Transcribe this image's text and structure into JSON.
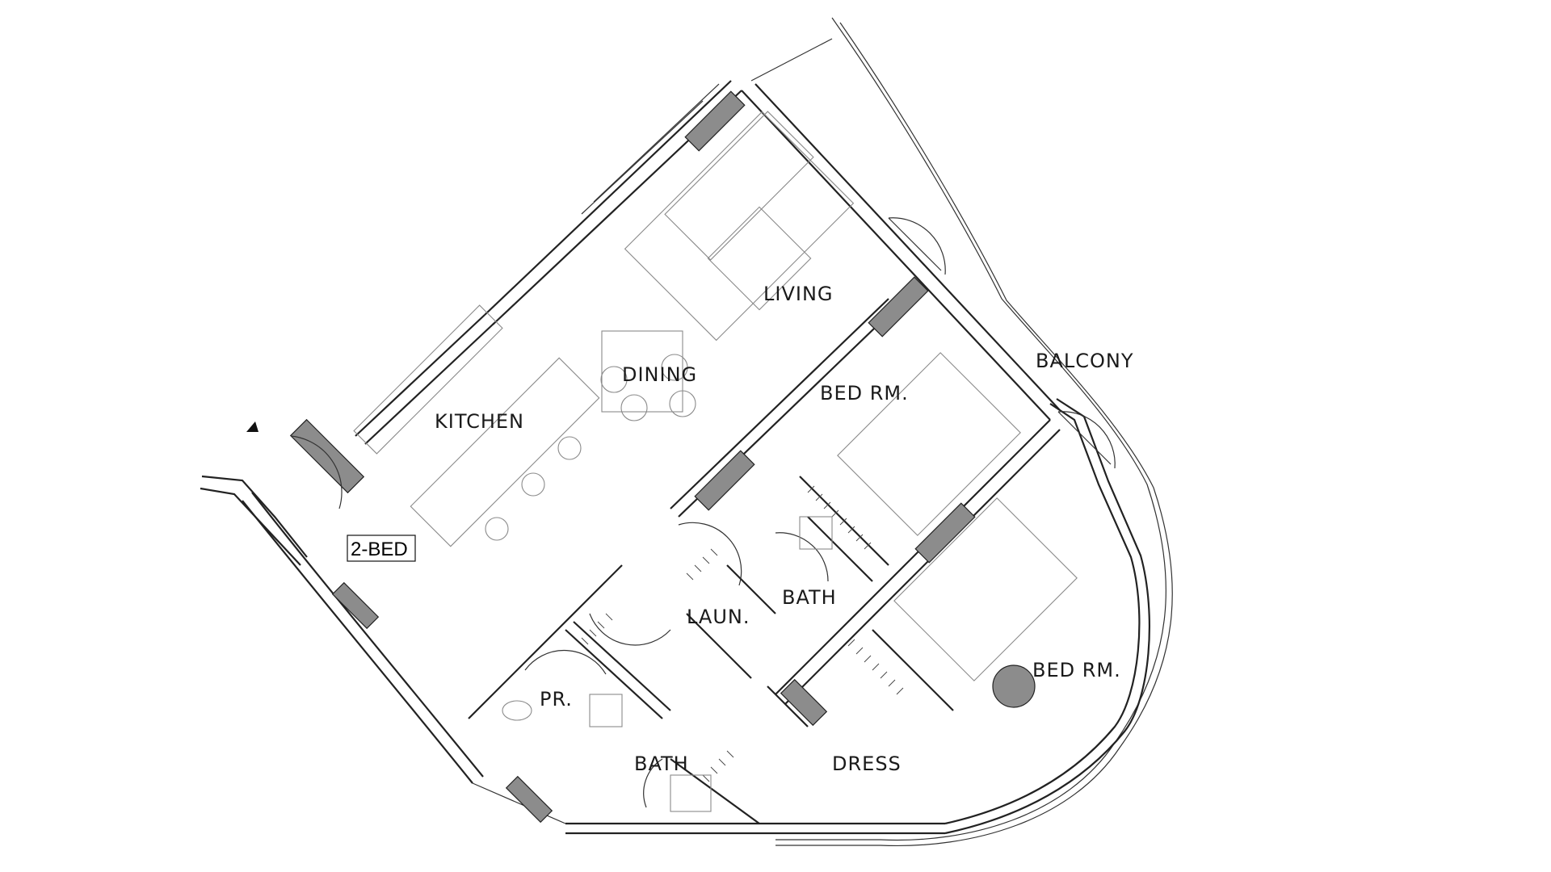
{
  "plan": {
    "unit_label": "2-BED",
    "rooms": {
      "living": "LIVING",
      "dining": "DINING",
      "kitchen": "KITCHEN",
      "bedroom_1": "BED RM.",
      "bedroom_2": "BED RM.",
      "balcony": "BALCONY",
      "bath_1": "BATH",
      "bath_2": "BATH",
      "laundry": "LAUN.",
      "powder_room": "PR.",
      "dress": "DRESS"
    },
    "colors": {
      "wall": "#222222",
      "column": "#8c8c8c",
      "furniture": "#8a8a8a",
      "background": "#ffffff"
    }
  }
}
